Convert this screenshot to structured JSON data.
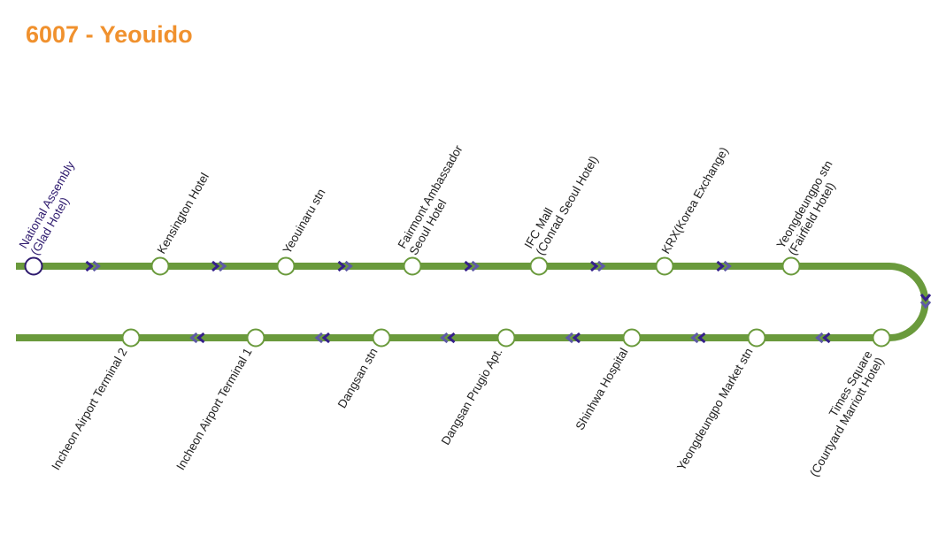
{
  "title": "6007 - Yeouido",
  "colors": {
    "title": "#f0912e",
    "line": "#6a9a3c",
    "arrow_dark": "#35208a",
    "arrow_light": "#5e5aa6",
    "first_station": "#2e1a6e"
  },
  "outbound_stations": [
    {
      "lines": [
        "National Assembly",
        "(Glad Hotel)"
      ],
      "current": true
    },
    {
      "lines": [
        "Kensington Hotel"
      ]
    },
    {
      "lines": [
        "Yeouinaru stn"
      ]
    },
    {
      "lines": [
        "Fairmont Ambassador",
        "Seoul Hotel"
      ]
    },
    {
      "lines": [
        "IFC Mall",
        "(Conrad Seoul Hotel)"
      ]
    },
    {
      "lines": [
        "KRX(Korea Exchange)"
      ]
    },
    {
      "lines": [
        "Yeongdeungpo stn",
        "(Fairfield Hotel)"
      ]
    }
  ],
  "return_stations": [
    {
      "lines": [
        "Times Square",
        "(Courtyard Marriott Hotel)"
      ]
    },
    {
      "lines": [
        "Yeongdeungpo Market stn"
      ]
    },
    {
      "lines": [
        "Shinhwa Hospital"
      ]
    },
    {
      "lines": [
        "Dangsan Prugio Apt."
      ]
    },
    {
      "lines": [
        "Dangsan stn"
      ]
    },
    {
      "lines": [
        "Incheon Airport Terminal 1"
      ]
    },
    {
      "lines": [
        "Incheon Airport Terminal 2"
      ]
    }
  ]
}
